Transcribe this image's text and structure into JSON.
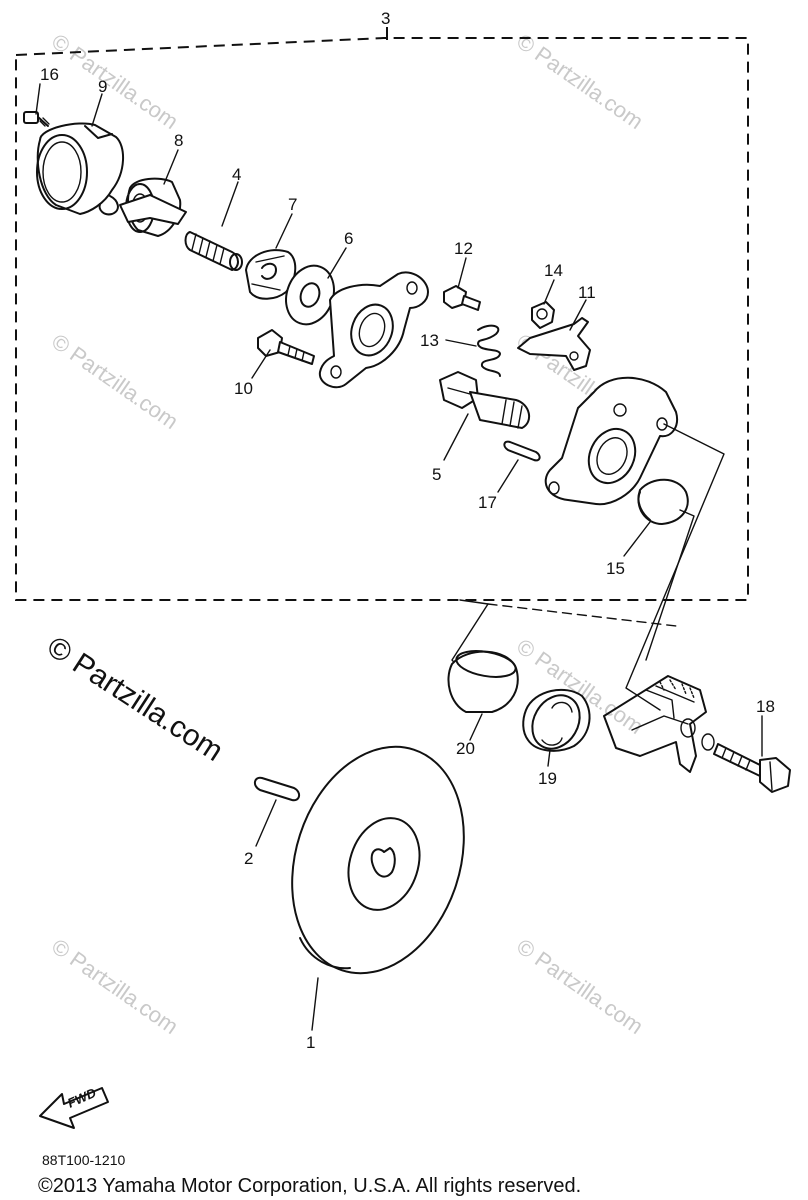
{
  "diagram": {
    "assembly_label": "3",
    "callouts": [
      "1",
      "2",
      "4",
      "5",
      "6",
      "7",
      "8",
      "9",
      "10",
      "11",
      "12",
      "13",
      "14",
      "15",
      "16",
      "17",
      "18",
      "19",
      "20"
    ],
    "watermark": "© Partzilla.com",
    "watermark_large": "© Partzilla.com",
    "fwd_label": "FWD",
    "drawing_code": "88T100-1210",
    "copyright": "©2013  Yamaha Motor Corporation, U.S.A. All rights reserved."
  }
}
